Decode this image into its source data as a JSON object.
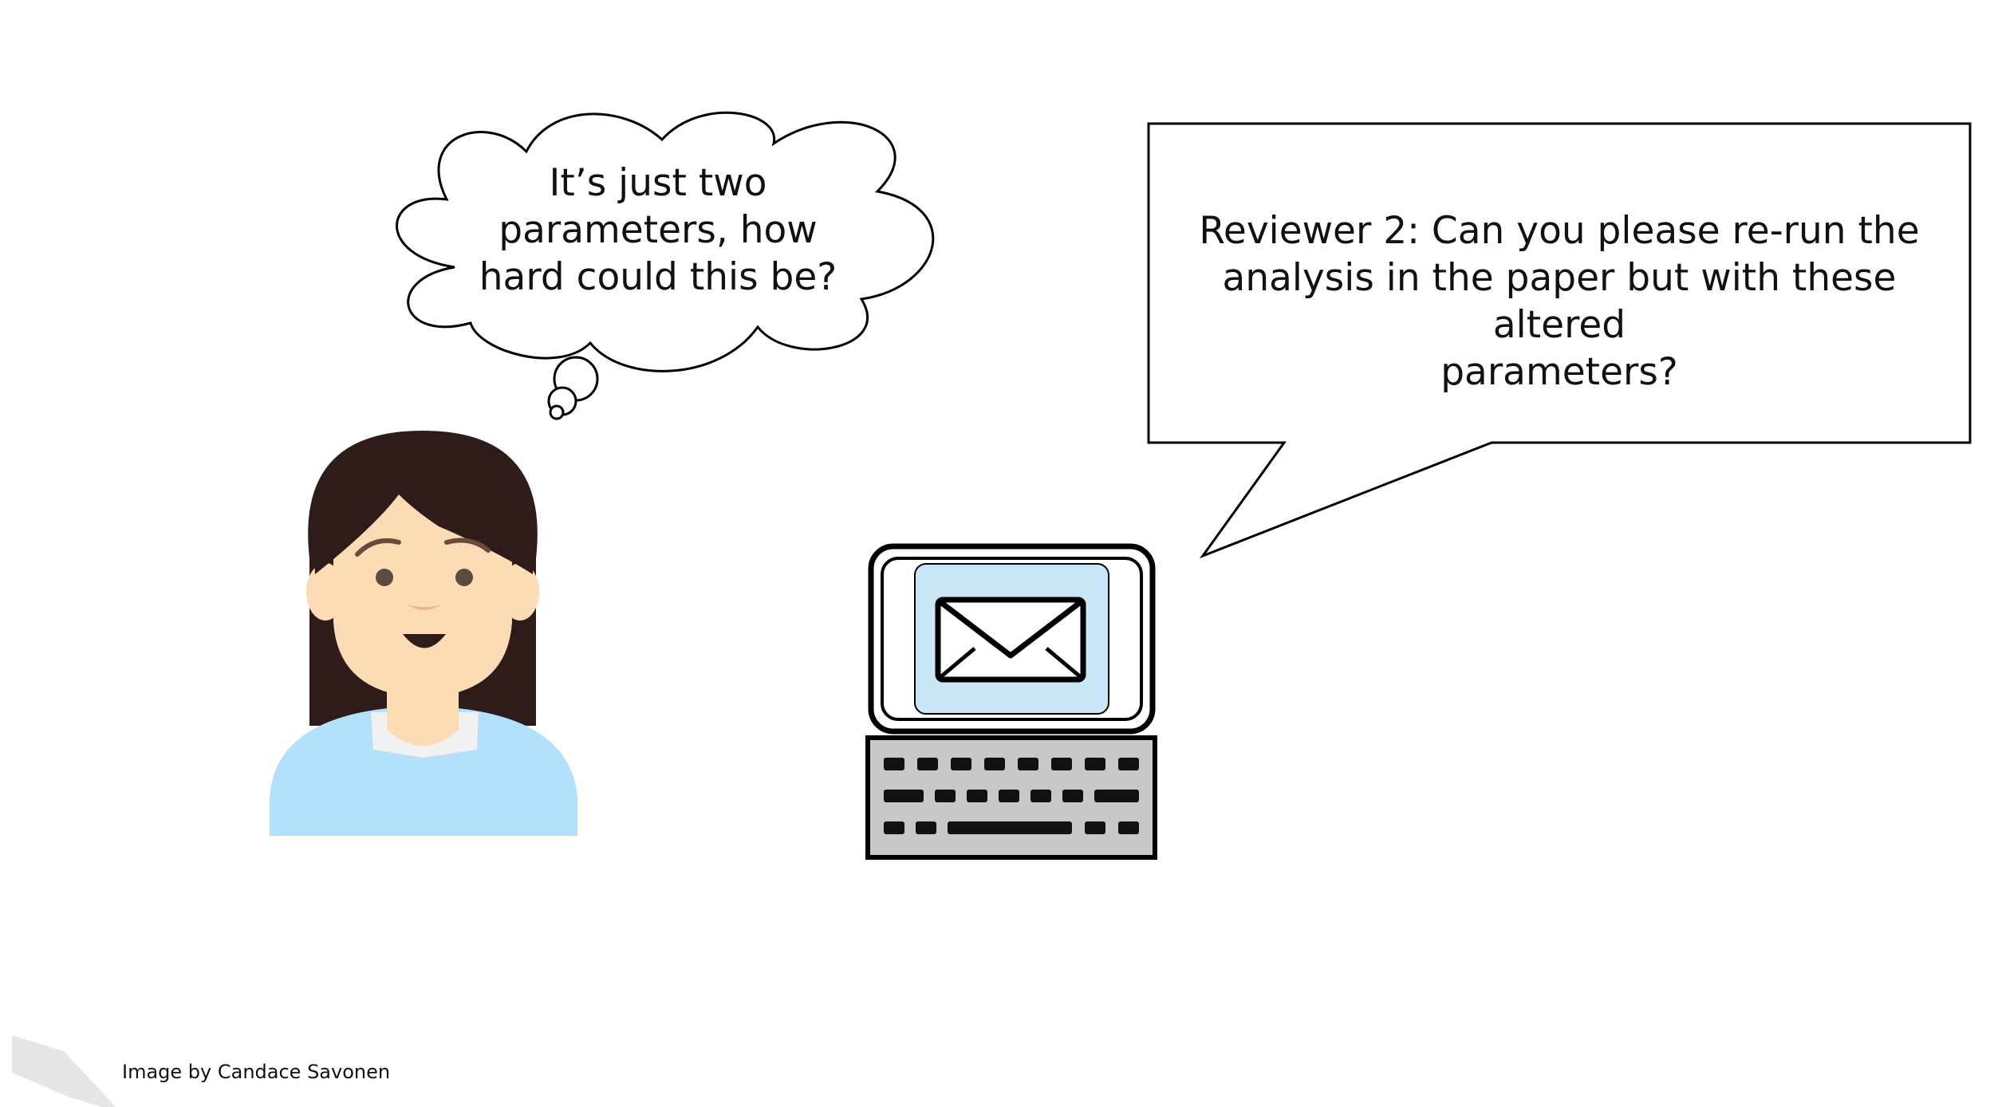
{
  "thought_bubble": {
    "lines": [
      "It’s just two",
      "parameters, how",
      "hard could this be?"
    ]
  },
  "speech_bubble": {
    "lines": [
      "Reviewer 2: Can you please re-run the",
      "analysis in the paper but with these altered",
      "parameters?"
    ]
  },
  "credit": "Image by Candace Savonen",
  "icons": {
    "person": "woman-avatar-icon",
    "computer": "computer-with-mail-icon",
    "envelope": "envelope-icon",
    "keyboard": "keyboard-icon",
    "logo": "corner-logo-icon"
  },
  "colors": {
    "hair": "#2e1c1b",
    "skin": "#fddcb5",
    "shirt": "#b3e0fd",
    "screen": "#c9e6f7",
    "keyboard": "#c8c8c8",
    "outline": "#111111"
  }
}
